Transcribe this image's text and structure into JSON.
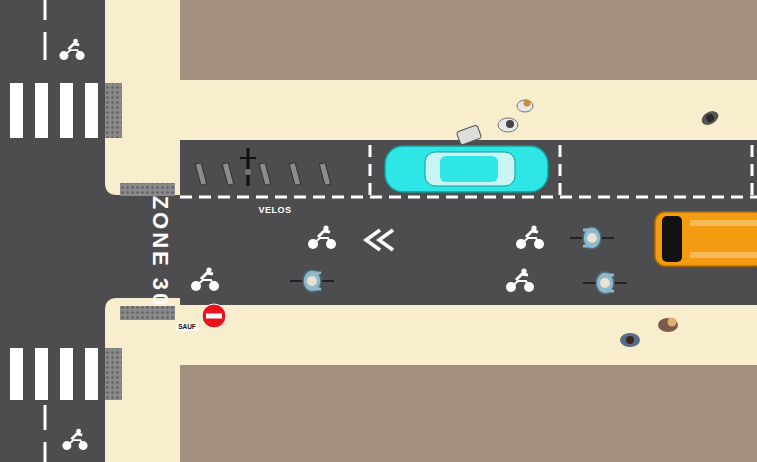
{
  "diagram": {
    "labels": [
      "VELOS",
      "ZONE 30",
      "SAUF"
    ]
  }
}
